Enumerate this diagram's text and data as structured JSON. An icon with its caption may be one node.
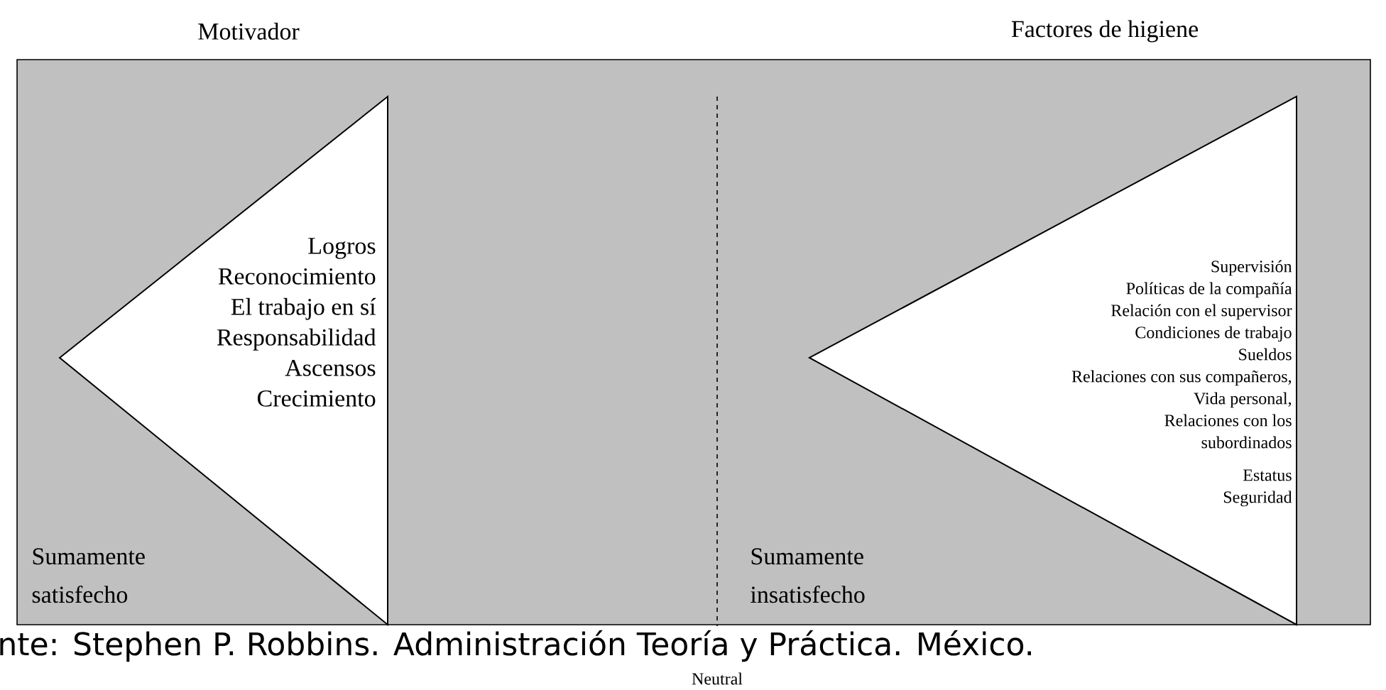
{
  "diagram": {
    "nodes": [
      {
        "text": [
          "Logros",
          "Reconocimiento",
          "El trabajo en sí",
          "Responsabilidad",
          "Ascensos",
          "Crecimiento"
        ]
      },
      {
        "text": [
          "Supervisión",
          "Políticas de la compañía",
          "Relación con el supervisor",
          "Condiciones de trabajo",
          "Sueldos",
          "Relaciones con sus compañeros,",
          "Vida personal,",
          "Relaciones con los subordinados",
          "Estatus",
          "Seguridad"
        ]
      }
    ],
    "labels": [
      "Motivador",
      "Factores de higiene",
      "Sumamente satisfecho",
      "Sumamente insatisfecho",
      "nte: Stephen P. Robbins. Administración Teoría y Práctica. México.",
      "Neutral"
    ]
  }
}
